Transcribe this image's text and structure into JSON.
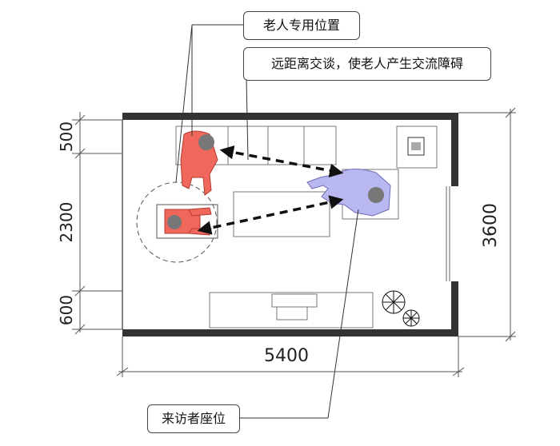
{
  "callouts": {
    "elderly_position": "老人专用位置",
    "distance_note": "远距离交谈，使老人产生交流障碍",
    "visitor_seat": "来访者座位"
  },
  "dimensions": {
    "total_width": "5400",
    "total_depth": "3600",
    "left_top": "500",
    "left_middle": "2300",
    "left_bottom": "600"
  },
  "colors": {
    "elderly_figure": "#f0685c",
    "visitor_figure": "#b9b7f0",
    "wall": "#333333",
    "dim_line": "#555555"
  },
  "icons": {
    "plant": "plant-icon",
    "tv": "tv-icon",
    "arrow": "dashed-double-arrow"
  }
}
